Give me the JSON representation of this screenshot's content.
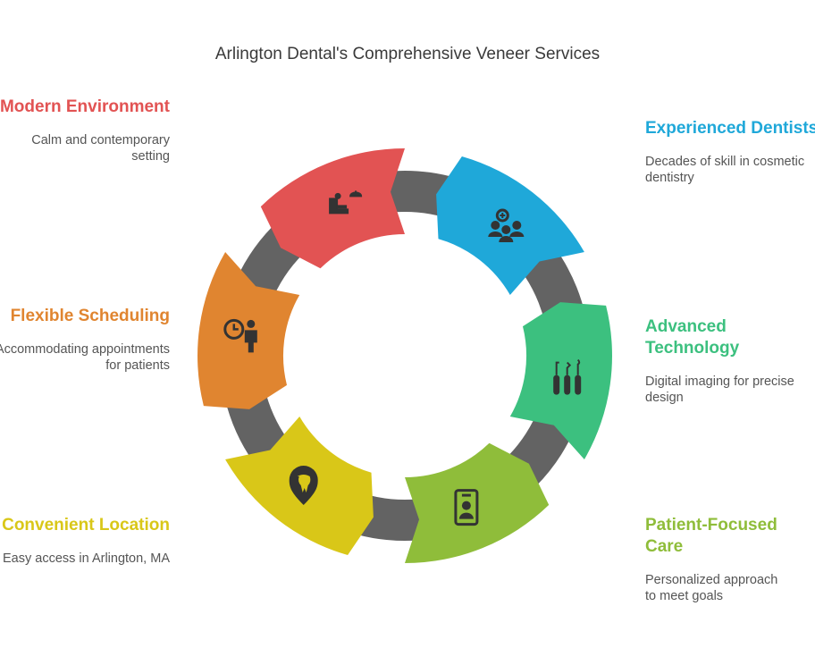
{
  "title": "Arlington Dental's Comprehensive Veneer Services",
  "segments": [
    {
      "id": "experienced-dentists",
      "heading": "Experienced Dentists",
      "desc": "Decades of skill in cosmetic dentistry",
      "color": "#1fa8d9",
      "icon": "dentist-team-icon"
    },
    {
      "id": "advanced-technology",
      "heading": "Advanced Technology",
      "desc": "Digital imaging for precise design",
      "color": "#3cc07f",
      "icon": "dental-tools-icon"
    },
    {
      "id": "patient-focused-care",
      "heading": "Patient-Focused Care",
      "desc": "Personalized approach to meet goals",
      "color": "#8fbd3a",
      "icon": "patient-card-icon"
    },
    {
      "id": "convenient-location",
      "heading": "Convenient Location",
      "desc": "Easy access in Arlington, MA",
      "color": "#d9c718",
      "icon": "tooth-location-pin-icon"
    },
    {
      "id": "flexible-scheduling",
      "heading": "Flexible Scheduling",
      "desc": "Accommodating appointments for patients",
      "color": "#e08530",
      "icon": "clock-person-icon"
    },
    {
      "id": "modern-environment",
      "heading": "Modern Environment",
      "desc": "Calm and contemporary setting",
      "color": "#e25353",
      "icon": "dental-chair-lamp-icon"
    }
  ],
  "ring_color": "#636363"
}
